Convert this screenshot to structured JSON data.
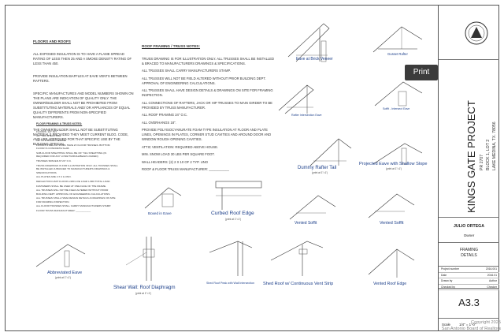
{
  "notes": {
    "floors_roofs": {
      "heading": "FLOORS AND ROOFS",
      "paragraphs": [
        "ALL EXPOSED INSULATION IS TO HAVE A FLAME SPREAD RATING OF LESS THEN 25 AND A SMOKE DENSITY RATING OF LESS THAN 450.",
        "PROVIDE INSULATION BAFFLES AT EAVE VENTS BETWEEN RAFTERS.",
        "SPECIFIC MANUFACTURES AND MODEL NUMBERS SHOWN ON THE PLANS ARE INDICATION OF QUALITY ONLY. THE OWNER/BUILDER SHALL NOT BE PROHIBITED FROM SUBSTITUTING MATERIALS AND/ OR APPLIANCES OF EQUAL QUALITY DIFFERENTS FROM NON-SPECIFIED MANUFACTURERS.",
        "THE OWNER/BUILDER SHALL NOT BE SUBSTITUTING MATERIALS PROVIDED THEY MEET CURRENT BLDG. CODE, AND ARE APPROVED FOR THAT SPECIFIC USE BY THE BUILDING OFFICIAL."
      ]
    },
    "floor_framing": {
      "heading": "FLOOR FRAMING & TRUSS NOTES:",
      "lines": [
        "FLOORS: 1/2\" PLY",
        "3/4\" T&G SHEATHING",
        "1/2\" GYP BOARD CEILING",
        "FLOORS 2 BELOW SHALL HAVE 2X FLOOR TRUSSES. BOTTOM FLOOR IS CONCRETE SLAB.",
        "SUB-FLOOR SHEATHING SHALL BE 3/4\" T&G SHEATHING (IS REQUIRED FOR ANY LONGITUDINAL/BEAM LOADED)",
        "TRUSSES SPACED AT 24\" O.C.",
        "TRUSS DRAWINGS IS FOR ILLUSTRATION ONLY. ALL TRUSSES SHALL BE INSTALLED & BRACED TO MANUFACTURER'S DRAWINGS & SPECIFICATIONS.",
        "ALL PLATES ARE 2 X 4 & UNO.",
        "DEFLECTION LIMIT FLOOR L/480 LIVE LOAD L/360 TOTAL LOAD",
        "FASTENERS SHALL BE USED AT ONE FACE OF THE FRAME.",
        "ALL TRUSSES WILL NOT BE FIELD ALTERED WITHOUT PRIOR BUILDING DEPT. APPROVAL OF ENGINEERING CALCULATIONS.",
        "ALL TRUSSES SHALL HAVE DESIGN DETAILS & DRAWINGS ON SITE FOR FRAMING INSPECTION.",
        "ALL FLOOR TRUSSES SHALL CARRY MANUFACTURERS STAMP.",
        "FLOOR TRUSS MANUFACTURER: ___________"
      ]
    },
    "roof_framing": {
      "heading": "ROOF FRAMING / TRUSS NOTES:",
      "paragraphs": [
        "TRUSS DRAWING IS FOR ILLUSTRATION ONLY. ALL TRUSSES SHALL BE INSTALLED & BRACED TO MANUFACTURERS DRAWINGS & SPECIFICATIONS.",
        "ALL TRUSSES SHALL CARRY MANUFACTURERS STAMP.",
        "ALL TRUSSES WILL NOT BE FIELD ALTERED WITHOUT PRIOR BUILDING DEPT. APPROVAL OF ENGINEERING CALCULATIONS.",
        "ALL TRUSSES SHALL HAVE DESIGN DETAILS & DRAWINGS ON SITE FOR FRAMING INSPECTION.",
        "ALL CONNECTIONS OF RAFTERS, JACK OR HIP TRUSSES TO MAIN GIRDER TO BE PROVIDED BY TRUSS MANUFACTURER.",
        "ALL ROOF FRAMING 24\" O.C.",
        "ALL OVERHANGS 18\".",
        "PROVIDE POLYISOCYANURATE FOAM TYPE INSULATION AT FLOOR AND PLATE LINES, OPENINGS IN PLATES, CORNER STUD CAVITIES AND AROUND DOOR AND WINDOW ROUGH OPENING CAVITIES.",
        "ATTIC VENTILATION: REQUIRED ABOVE HOUSE.",
        "MIN. SNOW LOAD 30 LBS PER SQUARE FOOT.",
        "WALL HEADERS: (2) 2 X 10 OF 2 TYP. UNO",
        "ROOF & FLOOR TRUSS MANUFACTURER: ___________"
      ]
    }
  },
  "details": {
    "eave_brick": {
      "title": "Eave at Brick Veneer",
      "scale": "(print at 1\"=1')"
    },
    "gusset": {
      "title": "Gusset Rafter",
      "scale": "(print at 1\"=1')"
    },
    "parapet": {
      "title": "Rafter Intersection Eave",
      "scale": "(print at 1\"=1')"
    },
    "soffit_top": {
      "title": "Soffit - Intersect Eave",
      "scale": "(print at 1\"=1')"
    },
    "dummy_tail": {
      "title": "Dummy Rafter Tail",
      "scale": "(print at 1\"=1')"
    },
    "projected_eave": {
      "title": "Projected Eave with Shallow Slope",
      "scale": "(print at 1\"=1')"
    },
    "boxed_eave": {
      "title": "Boxed in Eave",
      "scale": "(print at 1\"=1')"
    },
    "curbed_roof": {
      "title": "Curbed Roof Edge",
      "scale": "(print at 1\"=1')"
    },
    "vented_soffit1": {
      "title": "Vented Soffit",
      "scale": "(print at 1\"=1')"
    },
    "vented_soffit2": {
      "title": "Vented Soffit",
      "scale": "(print at 1\"=1')"
    },
    "abbreviated_eave": {
      "title": "Abbreviated Eave",
      "scale": "(print at 1\"=1')"
    },
    "shear_wall": {
      "title": "Shear Wall: Roof Diaphragm",
      "scale": "(print at 1\"=1')"
    },
    "shed_roof_wall": {
      "title": "Shed Roof Peak with Wall Intersection",
      "scale": "(print at 1\"=1')"
    },
    "shed_roof_vent": {
      "title": "Shed Roof w/ Continuous Vent Strip",
      "scale": "(print at 1\"=1')"
    },
    "vented_ridge": {
      "title": "Vented Roof Edge",
      "scale": "(print at 1\"=1')"
    }
  },
  "title_block": {
    "project": "KINGS GATE PROJECT",
    "lot": "PR 2707",
    "block": "BLOCK 1, LOT 2",
    "city": "LAKE MEDINA, TX. 78056",
    "owner_name": "JULIO ORTEGA",
    "owner_label": "Owner",
    "sheet_title": "FRAMING DETAILS",
    "sheet_number": "A3.3",
    "scale": "1/4\" = 1'-0\"",
    "fields": [
      {
        "label": "Project number",
        "value": "2016.001"
      },
      {
        "label": "Date",
        "value": "2016.01"
      },
      {
        "label": "Drawn by",
        "value": "Author"
      },
      {
        "label": "Checked by",
        "value": "Checker"
      }
    ]
  },
  "ui": {
    "print_button": "Print",
    "copyright": "Copyright 2025",
    "board": "San Antonio Board of Realtors"
  }
}
